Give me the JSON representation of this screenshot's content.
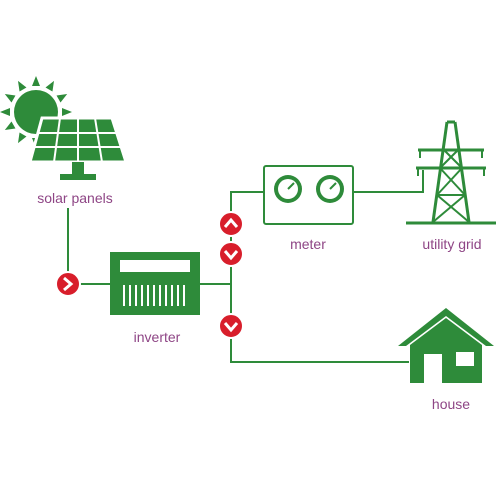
{
  "labels": {
    "solar_panels": "solar panels",
    "inverter": "inverter",
    "meter": "meter",
    "utility_grid": "utility grid",
    "house": "house"
  },
  "colors": {
    "green": "#2e8b3a",
    "red": "#d81e2b",
    "label": "#8e4585",
    "background": "#ffffff"
  },
  "icons": {
    "solar": "solar-panel-icon",
    "sun": "sun-icon",
    "inverter": "inverter-icon",
    "meter": "meter-icon",
    "grid": "power-tower-icon",
    "house": "house-icon",
    "flow_right": "chevron-right-icon",
    "flow_up": "chevron-up-icon",
    "flow_down": "chevron-down-icon"
  }
}
